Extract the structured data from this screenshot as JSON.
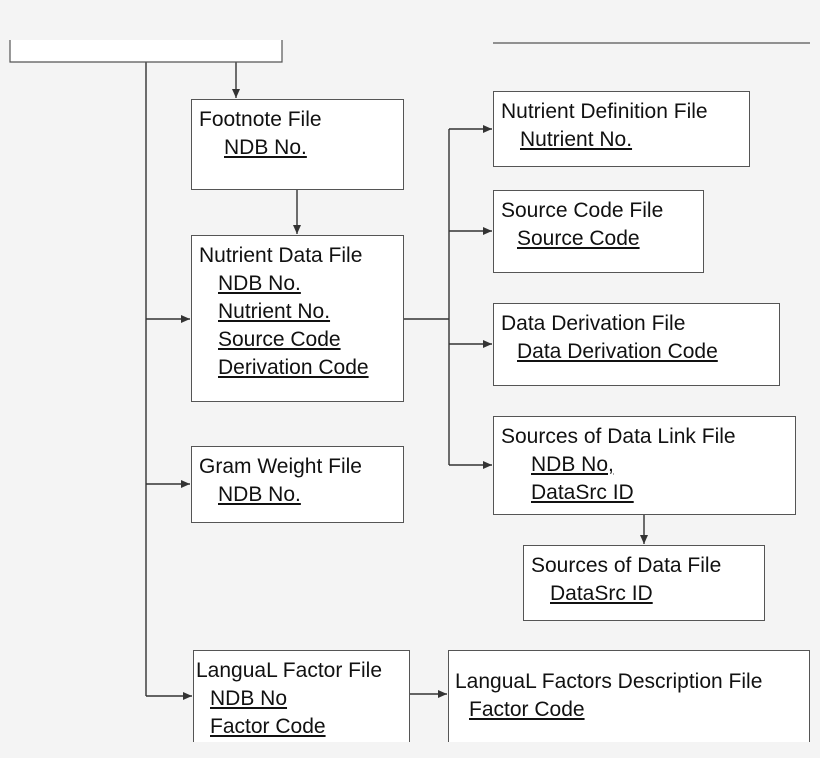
{
  "colors": {
    "background": "#f4f4f4",
    "box_fill": "#ffffff",
    "line": "#333333",
    "text": "#111111"
  },
  "boxes": {
    "footnote": {
      "title": "Footnote File",
      "keys": [
        "NDB No."
      ]
    },
    "nutrient_data": {
      "title": "Nutrient Data File",
      "keys": [
        "NDB No.",
        "Nutrient No.",
        "Source Code",
        "Derivation Code"
      ]
    },
    "gram_weight": {
      "title": "Gram Weight File",
      "keys": [
        "NDB No."
      ]
    },
    "langual_factor": {
      "title": "LanguaL Factor File",
      "keys": [
        "NDB No",
        "Factor Code"
      ]
    },
    "nutrient_definition": {
      "title": "Nutrient Definition File",
      "keys": [
        "Nutrient No."
      ]
    },
    "source_code": {
      "title": "Source Code File",
      "keys": [
        "Source Code"
      ]
    },
    "data_derivation": {
      "title": "Data Derivation File",
      "keys": [
        "Data Derivation Code"
      ]
    },
    "sources_of_data_link": {
      "title": "Sources of Data Link File",
      "keys": [
        "NDB No,",
        "DataSrc ID"
      ]
    },
    "sources_of_data": {
      "title": "Sources of Data File",
      "keys": [
        "DataSrc ID"
      ]
    },
    "langual_factors_description": {
      "title": "LanguaL Factors Description File",
      "keys": [
        "Factor Code"
      ]
    }
  }
}
